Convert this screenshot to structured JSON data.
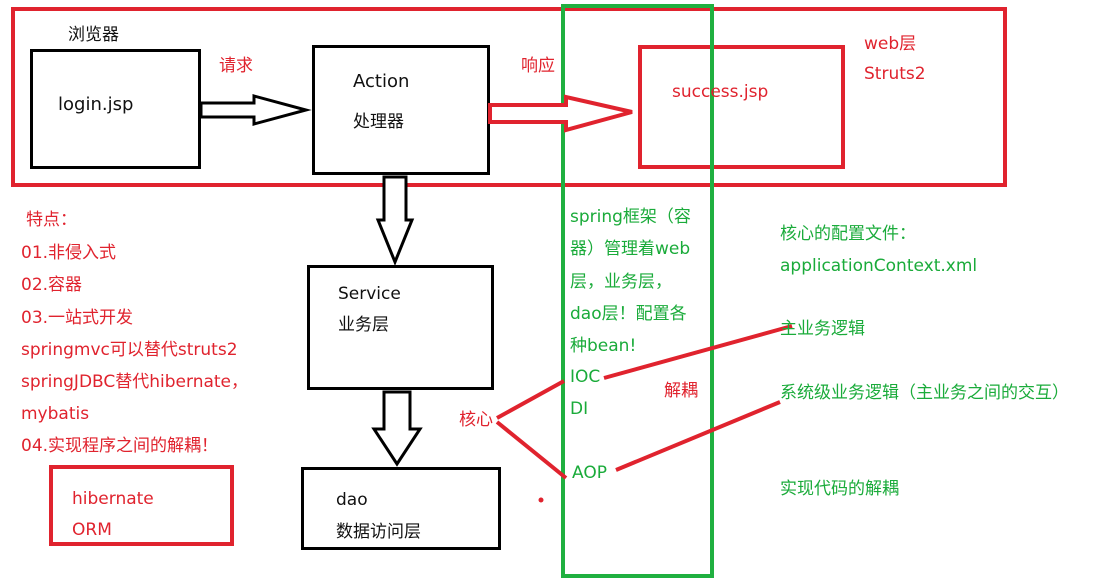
{
  "web_layer": {
    "browser_label": "浏览器",
    "login_page": "login.jsp",
    "request_label": "请求",
    "action_line1": "Action",
    "action_line2": "处理器",
    "response_label": "响应",
    "success_page": "success.jsp",
    "layer_name": "web层",
    "framework": "Struts2"
  },
  "service": {
    "line1": "Service",
    "line2": "业务层"
  },
  "dao": {
    "line1": "dao",
    "line2": "数据访问层"
  },
  "features": {
    "title": "特点：",
    "items": [
      "01.非侵入式",
      "02.容器",
      "03.一站式开发",
      "springmvc可以替代struts2",
      "springJDBC替代hibernate，",
      "mybatis",
      "04.实现程序之间的解耦！"
    ]
  },
  "hibernate": {
    "line1": "hibernate",
    "line2": "ORM"
  },
  "spring": {
    "description": [
      "spring框架（容",
      "器）管理着web",
      "层，业务层，",
      "dao层！配置各",
      "种bean!"
    ],
    "ioc": "IOC",
    "di": "DI",
    "aop": "AOP",
    "decouple": "解耦",
    "core": "核心"
  },
  "notes": {
    "config_title": "核心的配置文件：",
    "config_file": "applicationContext.xml",
    "main_logic": "主业务逻辑",
    "system_logic": "系统级业务逻辑（主业务之间的交互）",
    "code_decouple": "实现代码的解耦"
  },
  "colors": {
    "red": "#e0232e",
    "green_box": "#20b040",
    "green_text": "#1aab3a",
    "black": "#000000"
  }
}
